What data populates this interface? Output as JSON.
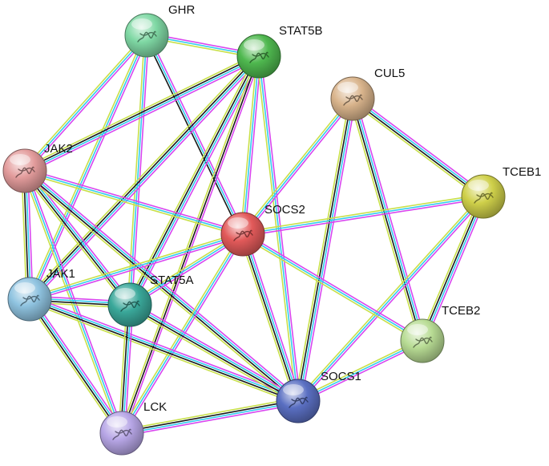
{
  "network": {
    "edge_strand_colors": [
      "#d946ef",
      "#33ccee",
      "#1a1a1a",
      "#c8e04a"
    ],
    "nodes": [
      {
        "id": "GHR",
        "label": "GHR",
        "color": "#7fd8a4",
        "icon": "protein-structure-icon"
      },
      {
        "id": "STAT5B",
        "label": "STAT5B",
        "color": "#4fb84f",
        "icon": "protein-structure-icon"
      },
      {
        "id": "CUL5",
        "label": "CUL5",
        "color": "#d9b48c",
        "icon": "protein-structure-icon"
      },
      {
        "id": "JAK2",
        "label": "JAK2",
        "color": "#e39c9c",
        "icon": "protein-structure-icon"
      },
      {
        "id": "TCEB1",
        "label": "TCEB1",
        "color": "#cfd04a",
        "icon": "protein-structure-icon"
      },
      {
        "id": "SOCS2",
        "label": "SOCS2",
        "color": "#e25a5a",
        "icon": "protein-structure-icon"
      },
      {
        "id": "JAK1",
        "label": "JAK1",
        "color": "#8fc3e0",
        "icon": "protein-structure-icon"
      },
      {
        "id": "STAT5A",
        "label": "STAT5A",
        "color": "#3aa89a",
        "icon": "protein-structure-icon"
      },
      {
        "id": "TCEB2",
        "label": "TCEB2",
        "color": "#b8dc94",
        "icon": "protein-structure-icon"
      },
      {
        "id": "SOCS1",
        "label": "SOCS1",
        "color": "#5a6fc2",
        "icon": "protein-structure-icon"
      },
      {
        "id": "LCK",
        "label": "LCK",
        "color": "#b7a6e6",
        "icon": "protein-structure-icon"
      }
    ],
    "edges": [
      {
        "from": "GHR",
        "to": "STAT5B",
        "strands": [
          "#d946ef",
          "#33ccee",
          "#c8e04a"
        ]
      },
      {
        "from": "GHR",
        "to": "JAK2",
        "strands": [
          "#d946ef",
          "#33ccee",
          "#c8e04a"
        ]
      },
      {
        "from": "GHR",
        "to": "SOCS2",
        "strands": [
          "#d946ef",
          "#33ccee",
          "#1a1a1a"
        ]
      },
      {
        "from": "GHR",
        "to": "JAK1",
        "strands": [
          "#d946ef",
          "#33ccee",
          "#c8e04a"
        ]
      },
      {
        "from": "GHR",
        "to": "STAT5A",
        "strands": [
          "#d946ef",
          "#33ccee",
          "#c8e04a"
        ]
      },
      {
        "from": "STAT5B",
        "to": "JAK2",
        "strands": [
          "#d946ef",
          "#33ccee",
          "#1a1a1a",
          "#c8e04a"
        ]
      },
      {
        "from": "STAT5B",
        "to": "SOCS2",
        "strands": [
          "#d946ef",
          "#33ccee",
          "#c8e04a"
        ]
      },
      {
        "from": "STAT5B",
        "to": "JAK1",
        "strands": [
          "#d946ef",
          "#33ccee",
          "#1a1a1a",
          "#c8e04a"
        ]
      },
      {
        "from": "STAT5B",
        "to": "STAT5A",
        "strands": [
          "#d946ef",
          "#33ccee",
          "#1a1a1a",
          "#c8e04a"
        ]
      },
      {
        "from": "STAT5B",
        "to": "SOCS1",
        "strands": [
          "#d946ef",
          "#33ccee",
          "#c8e04a"
        ]
      },
      {
        "from": "STAT5B",
        "to": "LCK",
        "strands": [
          "#d946ef",
          "#1a1a1a",
          "#c8e04a"
        ]
      },
      {
        "from": "JAK2",
        "to": "SOCS2",
        "strands": [
          "#d946ef",
          "#33ccee",
          "#c8e04a"
        ]
      },
      {
        "from": "JAK2",
        "to": "JAK1",
        "strands": [
          "#d946ef",
          "#33ccee",
          "#1a1a1a",
          "#c8e04a"
        ]
      },
      {
        "from": "JAK2",
        "to": "STAT5A",
        "strands": [
          "#d946ef",
          "#33ccee",
          "#1a1a1a",
          "#c8e04a"
        ]
      },
      {
        "from": "JAK2",
        "to": "SOCS1",
        "strands": [
          "#d946ef",
          "#33ccee",
          "#1a1a1a",
          "#c8e04a"
        ]
      },
      {
        "from": "JAK2",
        "to": "LCK",
        "strands": [
          "#d946ef",
          "#33ccee",
          "#c8e04a"
        ]
      },
      {
        "from": "CUL5",
        "to": "SOCS2",
        "strands": [
          "#d946ef",
          "#33ccee",
          "#c8e04a"
        ]
      },
      {
        "from": "CUL5",
        "to": "TCEB1",
        "strands": [
          "#d946ef",
          "#33ccee",
          "#1a1a1a",
          "#c8e04a"
        ]
      },
      {
        "from": "CUL5",
        "to": "TCEB2",
        "strands": [
          "#d946ef",
          "#33ccee",
          "#1a1a1a",
          "#c8e04a"
        ]
      },
      {
        "from": "CUL5",
        "to": "SOCS1",
        "strands": [
          "#d946ef",
          "#33ccee",
          "#1a1a1a",
          "#c8e04a"
        ]
      },
      {
        "from": "TCEB1",
        "to": "SOCS2",
        "strands": [
          "#d946ef",
          "#33ccee",
          "#c8e04a"
        ]
      },
      {
        "from": "TCEB1",
        "to": "TCEB2",
        "strands": [
          "#d946ef",
          "#33ccee",
          "#1a1a1a",
          "#c8e04a"
        ]
      },
      {
        "from": "TCEB1",
        "to": "SOCS1",
        "strands": [
          "#d946ef",
          "#33ccee",
          "#c8e04a"
        ]
      },
      {
        "from": "SOCS2",
        "to": "JAK1",
        "strands": [
          "#d946ef",
          "#33ccee",
          "#c8e04a"
        ]
      },
      {
        "from": "SOCS2",
        "to": "STAT5A",
        "strands": [
          "#d946ef",
          "#33ccee",
          "#c8e04a"
        ]
      },
      {
        "from": "SOCS2",
        "to": "TCEB2",
        "strands": [
          "#d946ef",
          "#33ccee",
          "#c8e04a"
        ]
      },
      {
        "from": "SOCS2",
        "to": "SOCS1",
        "strands": [
          "#d946ef",
          "#33ccee",
          "#1a1a1a",
          "#c8e04a"
        ]
      },
      {
        "from": "SOCS2",
        "to": "LCK",
        "strands": [
          "#d946ef",
          "#33ccee",
          "#c8e04a"
        ]
      },
      {
        "from": "JAK1",
        "to": "STAT5A",
        "strands": [
          "#d946ef",
          "#33ccee",
          "#1a1a1a",
          "#c8e04a"
        ]
      },
      {
        "from": "JAK1",
        "to": "SOCS1",
        "strands": [
          "#d946ef",
          "#33ccee",
          "#1a1a1a",
          "#c8e04a"
        ]
      },
      {
        "from": "JAK1",
        "to": "LCK",
        "strands": [
          "#d946ef",
          "#33ccee",
          "#1a1a1a",
          "#c8e04a"
        ]
      },
      {
        "from": "STAT5A",
        "to": "SOCS1",
        "strands": [
          "#d946ef",
          "#33ccee",
          "#1a1a1a",
          "#c8e04a"
        ]
      },
      {
        "from": "STAT5A",
        "to": "LCK",
        "strands": [
          "#d946ef",
          "#33ccee",
          "#1a1a1a",
          "#c8e04a"
        ]
      },
      {
        "from": "TCEB2",
        "to": "SOCS1",
        "strands": [
          "#d946ef",
          "#33ccee",
          "#c8e04a"
        ]
      },
      {
        "from": "SOCS1",
        "to": "LCK",
        "strands": [
          "#d946ef",
          "#33ccee",
          "#1a1a1a",
          "#c8e04a"
        ]
      }
    ]
  }
}
